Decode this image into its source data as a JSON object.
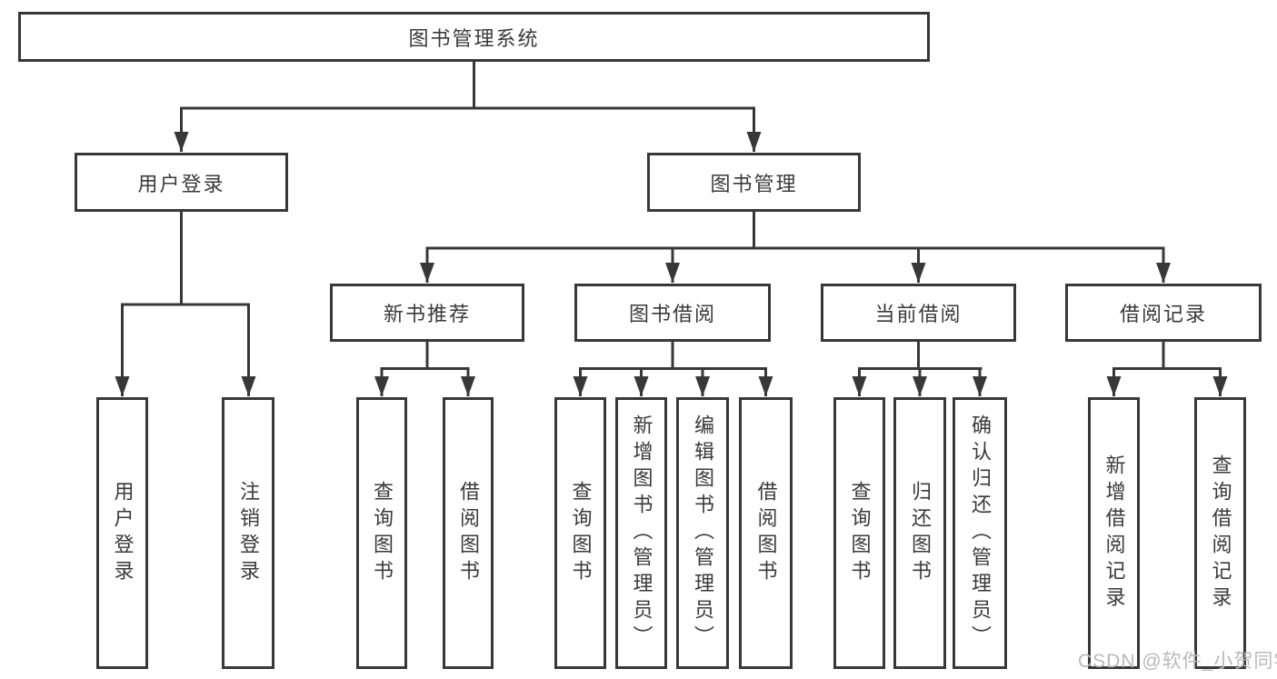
{
  "tree": {
    "label": "图书管理系统",
    "children": [
      {
        "label": "用户登录",
        "children": [
          {
            "label": "用户登录"
          },
          {
            "label": "注销登录"
          }
        ]
      },
      {
        "label": "图书管理",
        "children": [
          {
            "label": "新书推荐",
            "children": [
              {
                "label": "查询图书"
              },
              {
                "label": "借阅图书"
              }
            ]
          },
          {
            "label": "图书借阅",
            "children": [
              {
                "label": "查询图书"
              },
              {
                "label": "新增图书（管理员）"
              },
              {
                "label": "编辑图书（管理员）"
              },
              {
                "label": "借阅图书"
              }
            ]
          },
          {
            "label": "当前借阅",
            "children": [
              {
                "label": "查询图书"
              },
              {
                "label": "归还图书"
              },
              {
                "label": "确认归还（管理员）"
              }
            ]
          },
          {
            "label": "借阅记录",
            "children": [
              {
                "label": "新增借阅记录"
              },
              {
                "label": "查询借阅记录"
              }
            ]
          }
        ]
      }
    ]
  },
  "watermark": {
    "text": "CSDN @软件_小贺同学"
  },
  "colors": {
    "line": "#383838",
    "box_border": "#383838",
    "text": "#3a3a3a",
    "watermark": "#b9b9b9",
    "background": "#ffffff"
  }
}
